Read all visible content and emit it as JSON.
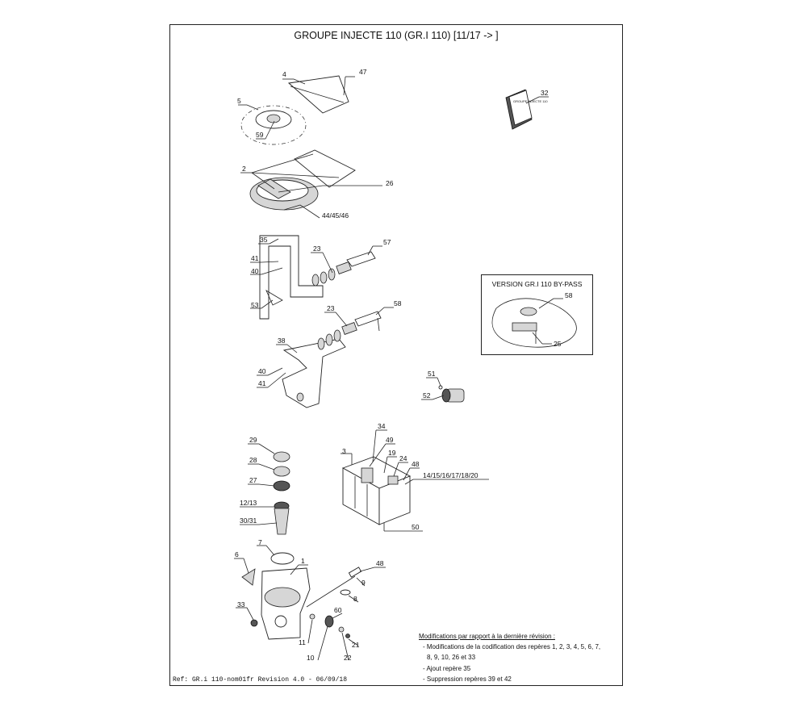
{
  "title": "GROUPE INJECTE 110 (GR.I 110) [11/17 -> ]",
  "variant": {
    "title": "VERSION GR.I 110 BY-PASS",
    "labels": [
      "58",
      "25"
    ]
  },
  "manual_cover_text": "GROUPE INJECTE 110",
  "callouts": [
    {
      "id": "4",
      "text": "4"
    },
    {
      "id": "47",
      "text": "47"
    },
    {
      "id": "5",
      "text": "5"
    },
    {
      "id": "59",
      "text": "59"
    },
    {
      "id": "32",
      "text": "32"
    },
    {
      "id": "2",
      "text": "2"
    },
    {
      "id": "26",
      "text": "26"
    },
    {
      "id": "44-45-46",
      "text": "44/45/46"
    },
    {
      "id": "35",
      "text": "35"
    },
    {
      "id": "23a",
      "text": "23"
    },
    {
      "id": "57",
      "text": "57"
    },
    {
      "id": "41a",
      "text": "41"
    },
    {
      "id": "40a",
      "text": "40"
    },
    {
      "id": "53",
      "text": "53"
    },
    {
      "id": "23b",
      "text": "23"
    },
    {
      "id": "58",
      "text": "58"
    },
    {
      "id": "38",
      "text": "38"
    },
    {
      "id": "40b",
      "text": "40"
    },
    {
      "id": "41b",
      "text": "41"
    },
    {
      "id": "51",
      "text": "51"
    },
    {
      "id": "52",
      "text": "52"
    },
    {
      "id": "34",
      "text": "34"
    },
    {
      "id": "3",
      "text": "3"
    },
    {
      "id": "49",
      "text": "49"
    },
    {
      "id": "19",
      "text": "19"
    },
    {
      "id": "24",
      "text": "24"
    },
    {
      "id": "48a",
      "text": "48"
    },
    {
      "id": "14-20",
      "text": "14/15/16/17/18/20"
    },
    {
      "id": "50",
      "text": "50"
    },
    {
      "id": "29",
      "text": "29"
    },
    {
      "id": "28",
      "text": "28"
    },
    {
      "id": "27",
      "text": "27"
    },
    {
      "id": "12-13",
      "text": "12/13"
    },
    {
      "id": "30-31",
      "text": "30/31"
    },
    {
      "id": "7",
      "text": "7"
    },
    {
      "id": "6",
      "text": "6"
    },
    {
      "id": "1",
      "text": "1"
    },
    {
      "id": "48b",
      "text": "48"
    },
    {
      "id": "9",
      "text": "9"
    },
    {
      "id": "8",
      "text": "8"
    },
    {
      "id": "33",
      "text": "33"
    },
    {
      "id": "60",
      "text": "60"
    },
    {
      "id": "11",
      "text": "11"
    },
    {
      "id": "21",
      "text": "21"
    },
    {
      "id": "10",
      "text": "10"
    },
    {
      "id": "22",
      "text": "22"
    }
  ],
  "notes": {
    "heading": "Modifications par rapport à la dernière révision :",
    "items": [
      "- Modifications de la codification des repères 1, 2, 3, 4, 5, 6, 7,",
      "8, 9, 10, 26 et 33",
      "- Ajout repère 35",
      "- Suppression repères 39 et 42"
    ]
  },
  "reference": "Ref: GR.i 110-nom01fr Revision 4.0 - 06/09/18"
}
